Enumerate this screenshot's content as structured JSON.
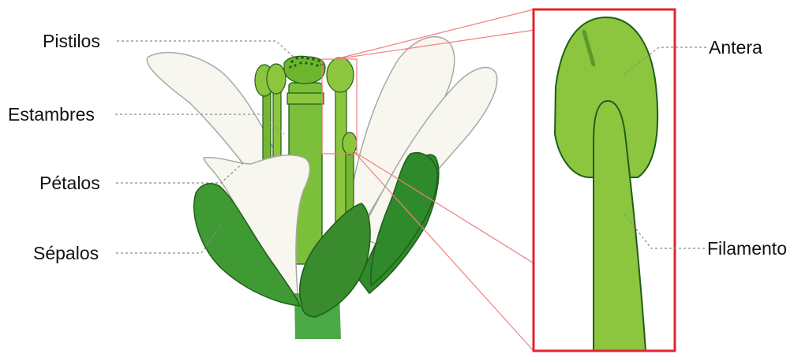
{
  "labels": {
    "pistilos": "Pistilos",
    "estambres": "Estambres",
    "petalos": "Pétalos",
    "sepalos": "Sépalos",
    "antera": "Antera",
    "filamento": "Filamento"
  },
  "colors": {
    "sepal_dark": "#3a8a2e",
    "sepal_mid": "#3f9a33",
    "petal": "#f7f6ef",
    "petal_outline": "#a8a8a8",
    "stamen_light": "#8cc63f",
    "stamen_mid": "#77b62f",
    "outline_green": "#1f5e1a",
    "stem": "#4aaa45",
    "zoom_frame": "#e3242b",
    "zoom_line": "#f08080",
    "leader_line": "#8c8c8c"
  }
}
